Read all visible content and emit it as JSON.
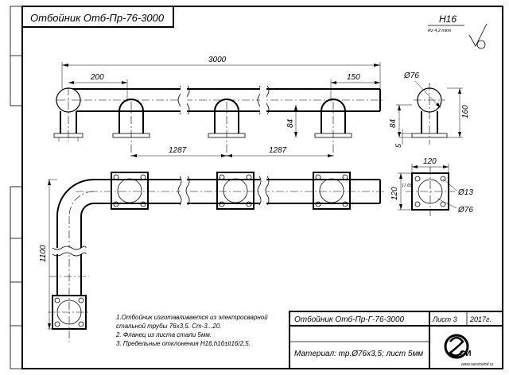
{
  "header": {
    "title": "Отбойник Отб-Пр-76-3000",
    "roughness_class": "H16",
    "roughness_value": "Rz 4,2 mkm"
  },
  "front_view": {
    "overall_length": "3000",
    "left_offset": "200",
    "right_offset": "150",
    "post_height": "84",
    "span_1": "1287",
    "span_2": "1287"
  },
  "side_view": {
    "pipe_diameter": "Ø76",
    "height": "160",
    "post_height": "84",
    "flange_thickness": "5"
  },
  "flange_detail": {
    "width": "120",
    "height": "120",
    "hole_diameter": "Ø13",
    "pipe_diameter": "Ø76",
    "hole_spacing": "17,65"
  },
  "plan_view": {
    "length": "1100"
  },
  "notes": [
    "1.Отбойник изготавливается из электросварной",
    "стальной трубы 76х3,5. Ст-3...20.",
    "2. Фланец из листа стали 5мм.",
    "3. Предельные отклонения H16,h16±it16/2,5."
  ],
  "title_block": {
    "name": "Отбойник Отб-Пр-Г-76-3000",
    "sheet": "Лист 3",
    "year": "2017г.",
    "material": "Материал: тр.Ø76х3,5; лист 5мм",
    "logo_text": "СИ",
    "website": "www.serviceind.ru"
  }
}
